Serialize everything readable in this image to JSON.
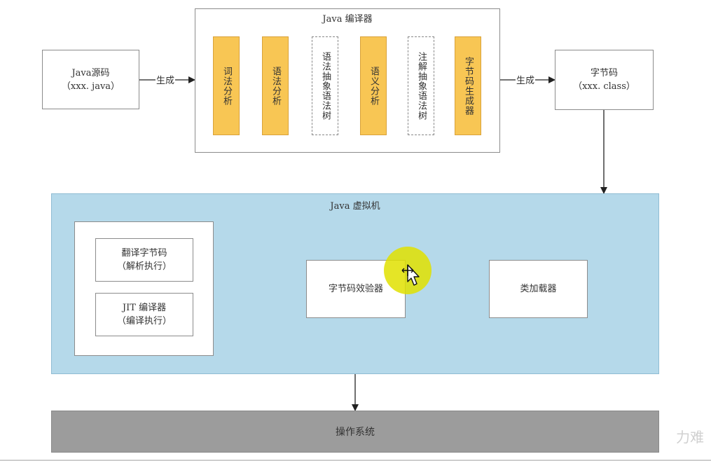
{
  "source": {
    "line1": "Java源码",
    "line2": "（xxx. java）"
  },
  "compile_label_left": "生成",
  "compile_label_right": "生成",
  "compiler": {
    "title": "Java 编译器",
    "stages": [
      {
        "text": "词法分析",
        "kind": "process"
      },
      {
        "text": "语法分析",
        "kind": "process"
      },
      {
        "text": "语法抽象语法树",
        "kind": "artifact"
      },
      {
        "text": "语义分析",
        "kind": "process"
      },
      {
        "text": "注解抽象语法树",
        "kind": "artifact"
      },
      {
        "text": "字节码生成器",
        "kind": "process"
      }
    ]
  },
  "bytecode": {
    "line1": "字节码",
    "line2": "（xxx. class）"
  },
  "jvm": {
    "title": "Java 虚拟机",
    "interpreter": {
      "line1": "翻译字节码",
      "line2": "（解析执行）"
    },
    "jit": {
      "line1": "JIT 编译器",
      "line2": "（编译执行）"
    },
    "verifier": "字节码效验器",
    "class_loader": "类加载器"
  },
  "os": "操作系统",
  "watermark": "力难",
  "colors": {
    "stage_fill": "#f8c654",
    "jvm_fill": "#b5d9ea",
    "os_fill": "#9c9c9c",
    "cursor_highlight": "#e0e000"
  }
}
